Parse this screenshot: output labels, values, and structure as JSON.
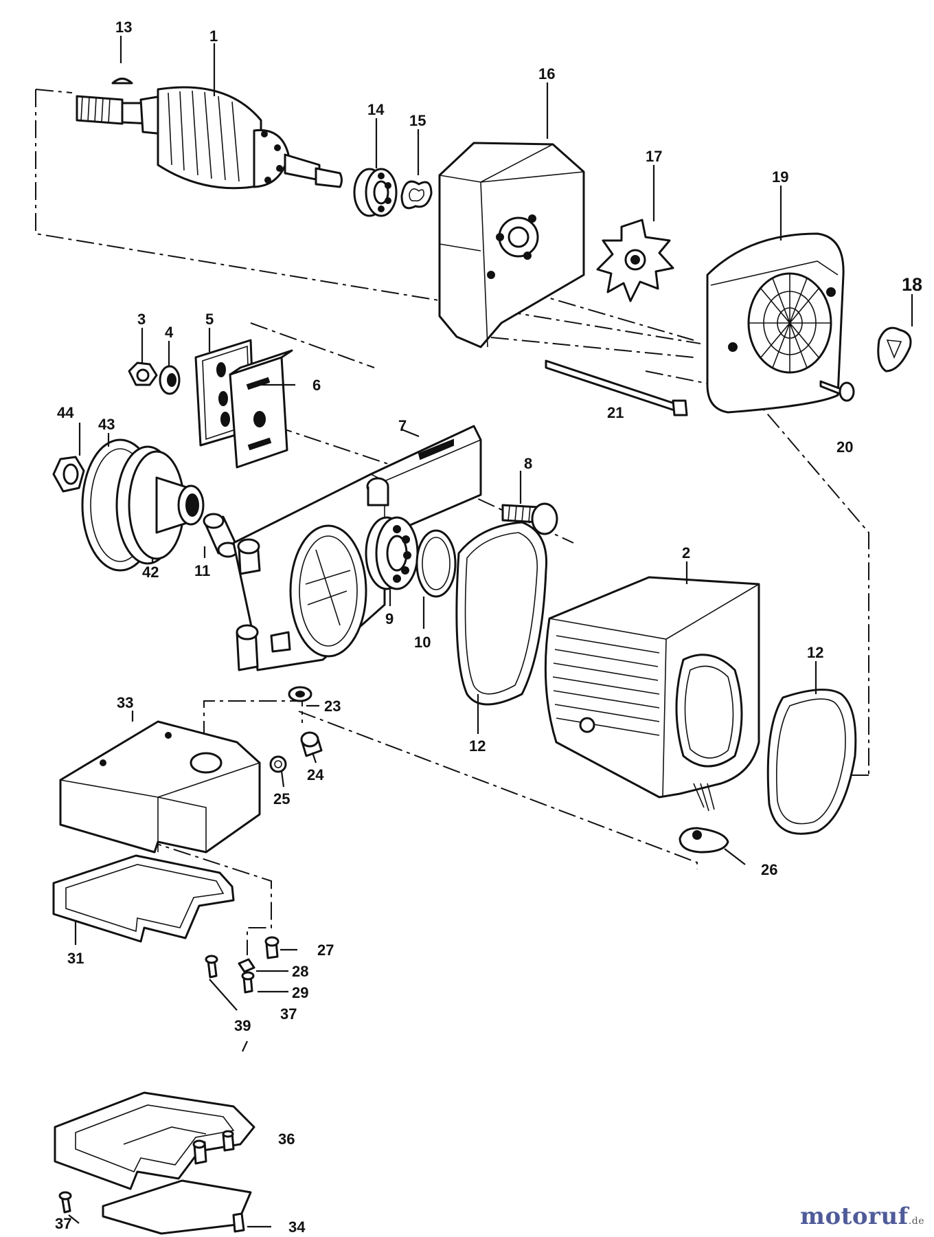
{
  "watermark": {
    "text_a": "motoruf",
    "text_b": ".de"
  },
  "callouts": {
    "c1": "1",
    "c2": "2",
    "c3": "3",
    "c4": "4",
    "c5": "5",
    "c6": "6",
    "c7": "7",
    "c8": "8",
    "c9": "9",
    "c10": "10",
    "c11": "11",
    "c12a": "12",
    "c12b": "12",
    "c13": "13",
    "c14": "14",
    "c15": "15",
    "c16": "16",
    "c17": "17",
    "c18": "18",
    "c19": "19",
    "c20": "20",
    "c21": "21",
    "c23": "23",
    "c24": "24",
    "c25": "25",
    "c26": "26",
    "c27": "27",
    "c28": "28",
    "c29": "29",
    "c31": "31",
    "c33": "33",
    "c34": "34",
    "c36": "36",
    "c37a": "37",
    "c37b": "37",
    "c39": "39",
    "c42": "42",
    "c43": "43",
    "c44": "44"
  }
}
